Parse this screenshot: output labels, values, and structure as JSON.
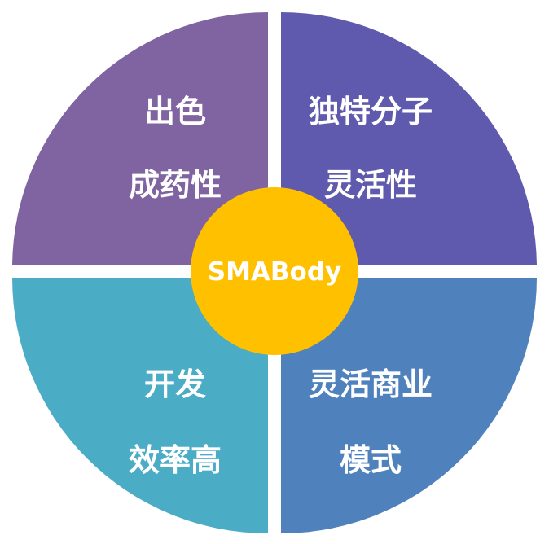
{
  "center": {
    "label": "SMABody",
    "color": "#FFC000"
  },
  "quadrants": [
    {
      "id": "top-left",
      "lines": [
        "出色",
        "成药性"
      ],
      "color": "#8064A2"
    },
    {
      "id": "top-right",
      "lines": [
        "独特分子",
        "灵活性"
      ],
      "color": "#5F5AAD"
    },
    {
      "id": "bottom-left",
      "lines": [
        "开发",
        "效率高"
      ],
      "color": "#4BACC6"
    },
    {
      "id": "bottom-right",
      "lines": [
        "灵活商业",
        "模式"
      ],
      "color": "#4F81BD"
    }
  ]
}
